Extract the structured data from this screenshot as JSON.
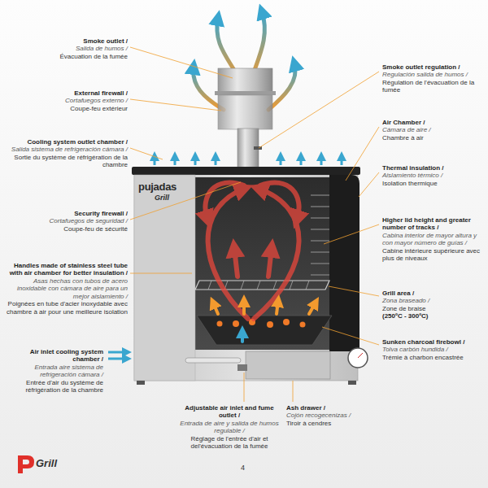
{
  "diagram": {
    "labels": [
      "Smoke outlet /",
      "Salida de humos /",
      "Évacuation de la fumée",
      "External firewall /",
      "Cortafuegos externo /",
      "Coupe-feu extérieur",
      "Cooling system outlet chamber /",
      "Salida sistema de refrigeración cámara /",
      "Sortie du système de réfrigération de la chambre",
      "Security firewall /",
      "Cortafuegos de seguridad /",
      "Coupe-feu de sécurité",
      "Handles made of stainless steel tube with air chamber for better insulation /",
      "Asas hechas con tubos de acero inoxidable con cámara de aire para un mejor aislamiento /",
      "Poignées en tube d'acier inoxydable avec chambre à air pour une meilleure isolation",
      "Air inlet cooling system chamber /",
      "Entrada aire sistema de refrigeración cámara /",
      "Entrée d'air du système de réfrigération de la chambre",
      "Adjustable air inlet and fume outlet /",
      "Entrada de aire y salida de humos regulable /",
      "Réglage de l'entrée d'air et del'évacuation de la fumée",
      "Ash drawer /",
      "Cojón recogecenizas /",
      "Tiroir à cendres",
      "Smoke outlet regulation /",
      "Regulación salida de humos /",
      "Régulation de l'évacuation de la fumée",
      "Air Chamber /",
      "Cámara de aire /",
      "Chambre à air",
      "Thermal insulation /",
      "Aislamiento térmico /",
      "Isolation thermique",
      "Higher lid height and greater number of tracks /",
      "Cabina interior de mayor altura y con mayor número de guías /",
      "Cabine intérieure supérieure avec plus de niveaux",
      "Grill area /",
      "Zona braseado /",
      "Zone de braise",
      "(250ºC - 300ºC)",
      "Sunken charcoal firebowl /",
      "Tolva carbón hundida /",
      "Trémie à charbon encastrée",
      "pujadas",
      "Grill",
      "Grill",
      "4"
    ]
  }
}
